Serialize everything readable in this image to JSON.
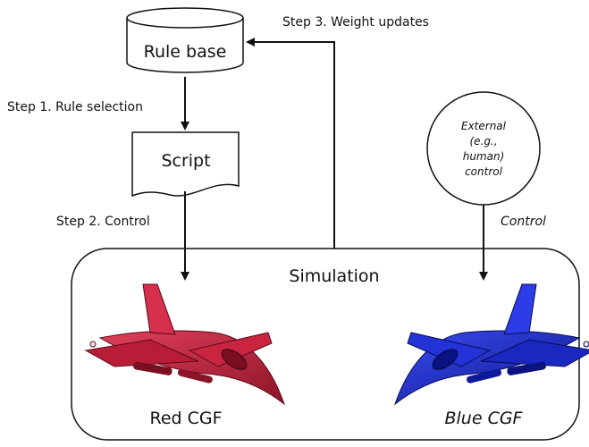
{
  "nodes": {
    "rule_base": "Rule base",
    "script": "Script",
    "simulation": "Simulation",
    "external_control": [
      "External",
      "(e.g.,",
      "human)",
      "control"
    ],
    "red_cgf": "Red CGF",
    "blue_cgf": "Blue CGF"
  },
  "edges": {
    "step1": "Step 1. Rule selection",
    "step2": "Step 2. Control",
    "step3": "Step 3. Weight updates",
    "control": "Control"
  },
  "colors": {
    "red_jet": "#c81e3c",
    "red_jet_dark": "#7a0f22",
    "blue_jet": "#1f2fd0",
    "blue_jet_dark": "#0b1380"
  }
}
